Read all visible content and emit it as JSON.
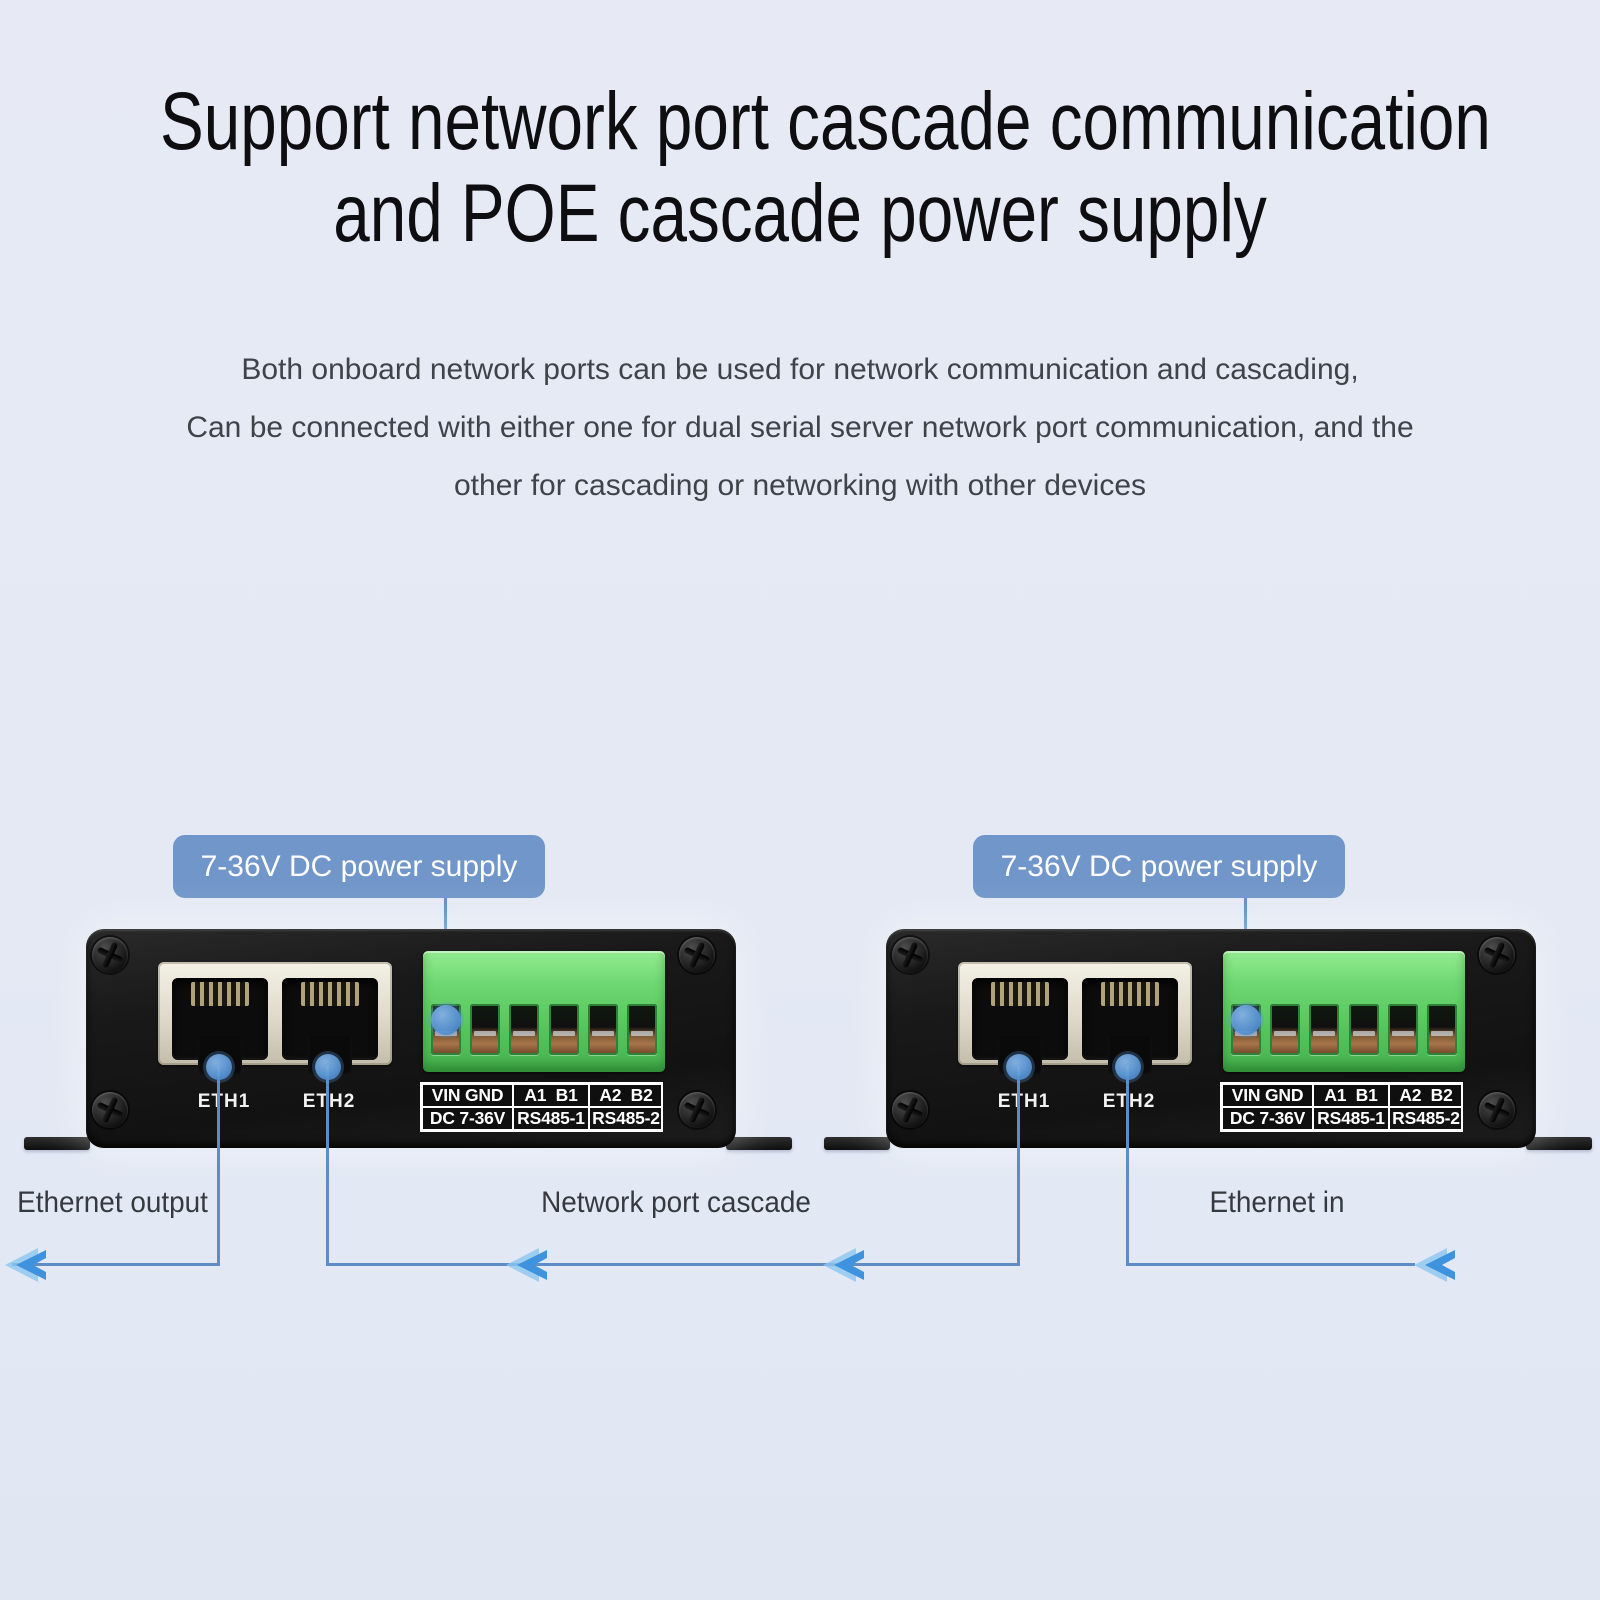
{
  "title": {
    "line1": "Support network port cascade communication",
    "line2": "and POE cascade power supply"
  },
  "description": {
    "line1": "Both onboard network ports can be used for network communication and cascading,",
    "line2": "Can be connected with either one for dual serial server network port communication, and the",
    "line3": "other for cascading or networking with other devices"
  },
  "devices": [
    {
      "badge_label": "7-36V DC power supply",
      "ports": [
        {
          "label": "ETH1"
        },
        {
          "label": "ETH2"
        }
      ],
      "terminal_rows": [
        [
          "VIN GND",
          "A1  B1",
          "A2  B2"
        ],
        [
          "DC 7-36V",
          "RS485-1",
          "RS485-2"
        ]
      ]
    },
    {
      "badge_label": "7-36V DC power supply",
      "ports": [
        {
          "label": "ETH1"
        },
        {
          "label": "ETH2"
        }
      ],
      "terminal_rows": [
        [
          "VIN GND",
          "A1  B1",
          "A2  B2"
        ],
        [
          "DC 7-36V",
          "RS485-1",
          "RS485-2"
        ]
      ]
    }
  ],
  "flow": {
    "left_label": "Ethernet output",
    "middle_label": "Network port cascade",
    "right_label": "Ethernet in"
  },
  "colors": {
    "background": "#e5e9f4",
    "badge_bg": "#7196c9",
    "badge_text": "#ffffff",
    "flow_line": "#5d8cc6",
    "arrow_light": "#8cc5f0",
    "arrow_dark": "#3f93de",
    "dot_blue": "#5d9ad9",
    "device_black": "#1b1b1b",
    "terminal_green": "#64d069",
    "bezel_cream": "#e8e4d6",
    "title_text": "#0e0e10",
    "body_text": "#3f434a",
    "label_text": "#363a40"
  }
}
